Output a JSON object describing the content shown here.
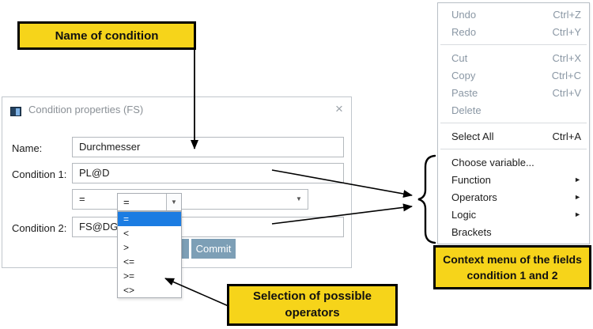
{
  "colors": {
    "callout_yellow": "#f6d41a",
    "selection_blue": "#1b7ce2",
    "button_steel_blue": "#7d9fb6",
    "disabled_menu_text": "#8a97a4"
  },
  "callouts": {
    "name_of_condition": "Name of condition",
    "context_menu_line1": "Context menu  of the fields",
    "context_menu_line2": "condition 1 and 2",
    "operators_line1": "Selection of possible",
    "operators_line2": "operators"
  },
  "dialog": {
    "title": "Condition properties (FS)",
    "name_label": "Name:",
    "name_value": "Durchmesser",
    "condition1_label": "Condition 1:",
    "condition1_value": "PL@D",
    "condition2_label": "Condition 2:",
    "condition2_value": "FS@DG",
    "operator_value": "=",
    "commit_label": "Commit"
  },
  "operator_dropdown": {
    "selected_value": "=",
    "options": [
      "=",
      "<",
      ">",
      "<=",
      ">=",
      "<>"
    ]
  },
  "context_menu": {
    "items": [
      {
        "label": "Undo",
        "shortcut": "Ctrl+Z",
        "enabled": false
      },
      {
        "label": "Redo",
        "shortcut": "Ctrl+Y",
        "enabled": false
      },
      {
        "separator": true
      },
      {
        "label": "Cut",
        "shortcut": "Ctrl+X",
        "enabled": false
      },
      {
        "label": "Copy",
        "shortcut": "Ctrl+C",
        "enabled": false
      },
      {
        "label": "Paste",
        "shortcut": "Ctrl+V",
        "enabled": false
      },
      {
        "label": "Delete",
        "shortcut": "",
        "enabled": false
      },
      {
        "separator": true
      },
      {
        "label": "Select All",
        "shortcut": "Ctrl+A",
        "enabled": true
      },
      {
        "separator": true
      },
      {
        "label": "Choose variable...",
        "shortcut": "",
        "enabled": true
      },
      {
        "label": "Function",
        "submenu": true,
        "enabled": true
      },
      {
        "label": "Operators",
        "submenu": true,
        "enabled": true
      },
      {
        "label": "Logic",
        "submenu": true,
        "enabled": true
      },
      {
        "label": "Brackets",
        "shortcut": "",
        "enabled": true
      }
    ]
  },
  "icons": {
    "close": "×",
    "dropdown_arrow": "▼",
    "submenu_arrow": "►"
  }
}
